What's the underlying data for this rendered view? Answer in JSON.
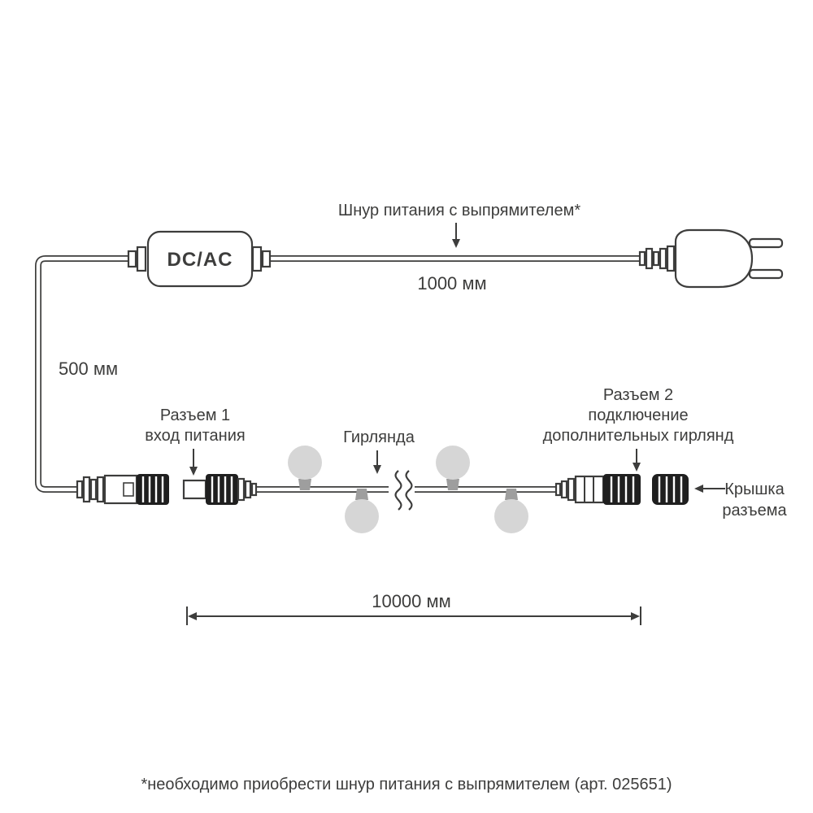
{
  "colors": {
    "stroke": "#3d3d3c",
    "connector_black": "#1f1f1f",
    "bulb_fill": "#d6d6d6",
    "bulb_socket": "#9e9e9e"
  },
  "labels": {
    "converter": "DC/AC",
    "power_cord": "Шнур питания с выпрямителем*",
    "power_cord_length": "1000 мм",
    "input_cable_length": "500 мм",
    "connector1_line1": "Разъем 1",
    "connector1_line2": "вход питания",
    "garland": "Гирлянда",
    "connector2_line1": "Разъем 2",
    "connector2_line2": "подключение",
    "connector2_line3": "дополнительных гирлянд",
    "cap_line1": "Крышка",
    "cap_line2": "разъема",
    "garland_length": "10000 мм",
    "footnote": "*необходимо приобрести шнур питания с выпрямителем (арт. 025651)"
  }
}
